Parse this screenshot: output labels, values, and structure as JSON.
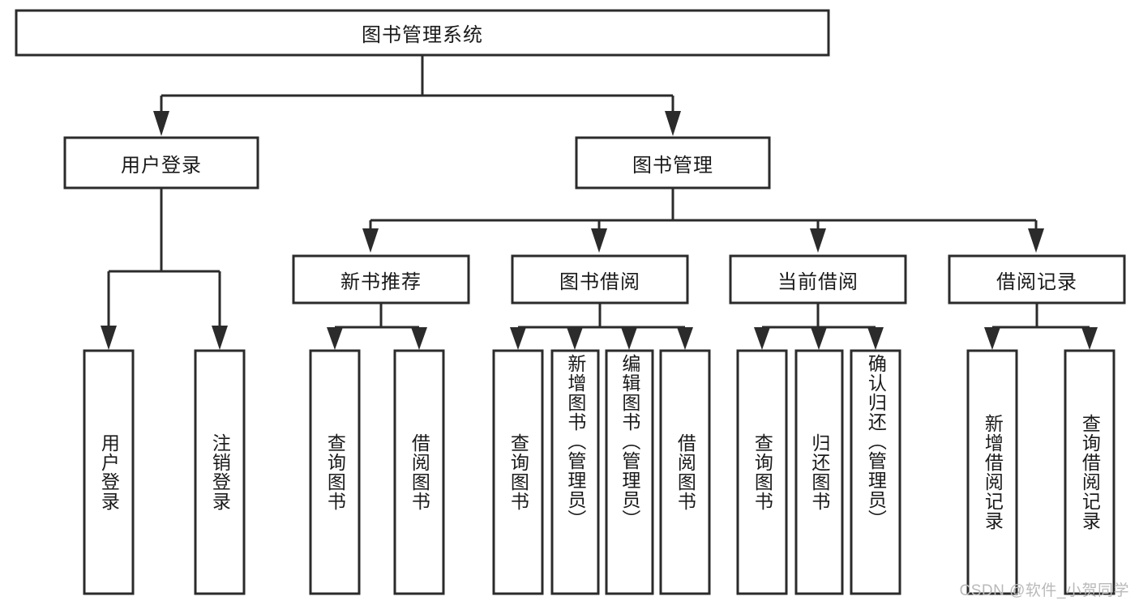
{
  "diagram": {
    "title": "图书管理系统",
    "type": "tree-hierarchy",
    "root": {
      "label": "图书管理系统"
    },
    "level2": [
      {
        "label": "用户登录"
      },
      {
        "label": "图书管理"
      }
    ],
    "level3": [
      {
        "label": "新书推荐"
      },
      {
        "label": "图书借阅"
      },
      {
        "label": "当前借阅"
      },
      {
        "label": "借阅记录"
      }
    ],
    "leaves": {
      "user_login": [
        {
          "label": "用户登录"
        },
        {
          "label": "注销登录"
        }
      ],
      "new_book_recommend": [
        {
          "label": "查询图书"
        },
        {
          "label": "借阅图书"
        }
      ],
      "book_borrow": [
        {
          "label": "查询图书"
        },
        {
          "label": "新增图书（管理员）"
        },
        {
          "label": "编辑图书（管理员）"
        },
        {
          "label": "借阅图书"
        }
      ],
      "current_borrow": [
        {
          "label": "查询图书"
        },
        {
          "label": "归还图书"
        },
        {
          "label": "确认归还（管理员）"
        }
      ],
      "borrow_record": [
        {
          "label": "新增借阅记录"
        },
        {
          "label": "查询借阅记录"
        }
      ]
    }
  },
  "watermark": {
    "text": "CSDN @软件_小贺同学"
  },
  "colors": {
    "box_stroke": "#2b2b2b",
    "box_fill": "#ffffff",
    "text": "#1a1a1a",
    "watermark": "#b9b9b9",
    "background": "#ffffff"
  }
}
